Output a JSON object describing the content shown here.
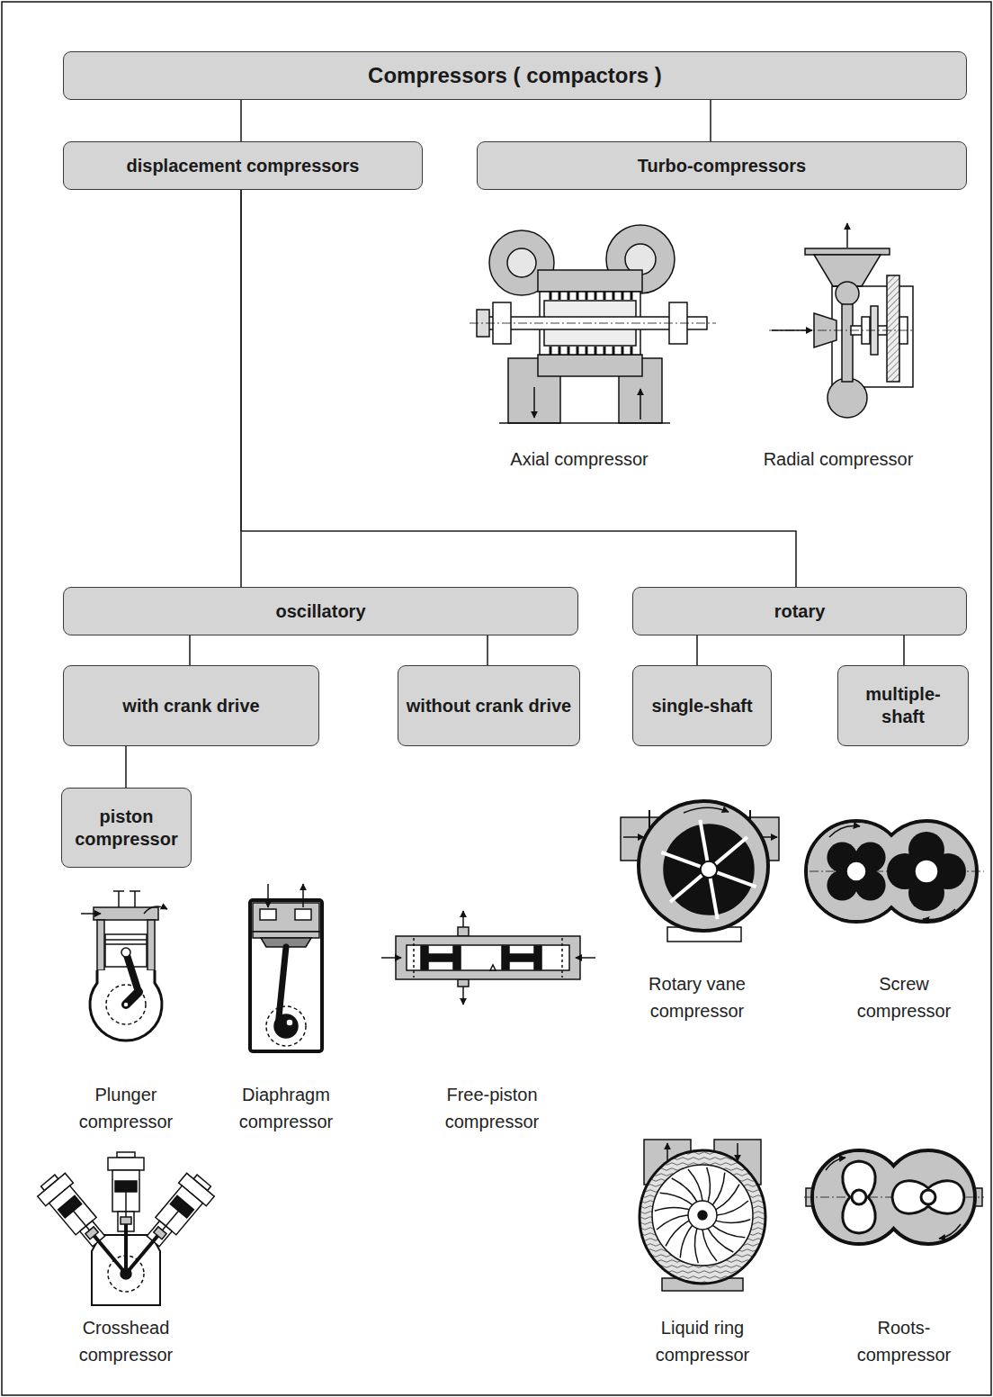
{
  "diagram": {
    "nodes": [
      {
        "text": [
          "Compressors ( compactors )"
        ]
      },
      {
        "text": [
          "displacement compressors"
        ]
      },
      {
        "text": [
          "Turbo-compressors"
        ]
      },
      {
        "text": [
          "oscillatory"
        ]
      },
      {
        "text": [
          "rotary"
        ]
      },
      {
        "text": [
          "with crank drive"
        ]
      },
      {
        "text": [
          "without crank drive"
        ]
      },
      {
        "text": [
          "single-shaft"
        ]
      },
      {
        "text": [
          "multiple-shaft"
        ]
      },
      {
        "text": [
          "piston compressor"
        ]
      }
    ],
    "edges": [
      {
        "from": 0,
        "to": 1,
        "arrow": "none"
      },
      {
        "from": 0,
        "to": 2,
        "arrow": "none"
      },
      {
        "from": 1,
        "to": 3,
        "arrow": "none"
      },
      {
        "from": 1,
        "to": 4,
        "arrow": "none"
      },
      {
        "from": 3,
        "to": 5,
        "arrow": "none"
      },
      {
        "from": 3,
        "to": 6,
        "arrow": "none"
      },
      {
        "from": 4,
        "to": 7,
        "arrow": "none"
      },
      {
        "from": 4,
        "to": 8,
        "arrow": "none"
      },
      {
        "from": 5,
        "to": 9,
        "arrow": "none"
      }
    ],
    "labels": [
      "Axial compressor",
      "Radial compressor",
      "Plunger compressor",
      "Diaphragm compressor",
      "Free-piston compressor",
      "Crosshead compressor",
      "Rotary vane compressor",
      "Screw compressor",
      "Liquid ring compressor",
      "Roots-compressor"
    ]
  }
}
